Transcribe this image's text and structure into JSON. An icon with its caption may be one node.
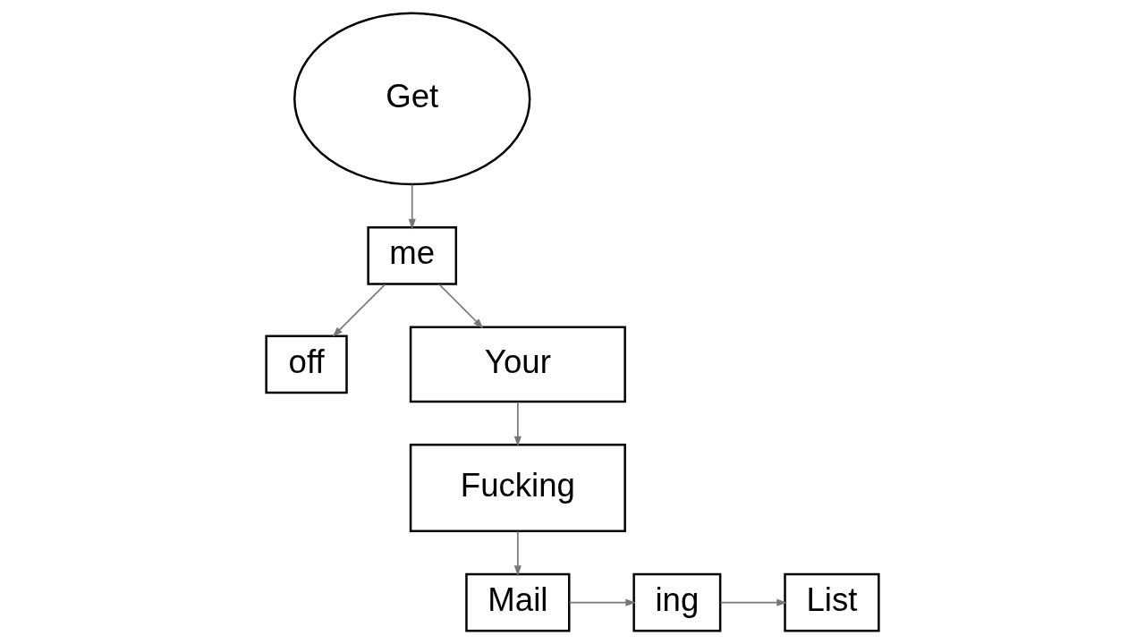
{
  "diagram": {
    "nodes": [
      {
        "text": [
          "Get"
        ]
      },
      {
        "text": [
          "me"
        ]
      },
      {
        "text": [
          "off"
        ]
      },
      {
        "text": [
          "Your"
        ]
      },
      {
        "text": [
          "Fucking"
        ]
      },
      {
        "text": [
          "Mail"
        ]
      },
      {
        "text": [
          "ing"
        ]
      },
      {
        "text": [
          "List"
        ]
      }
    ],
    "edges": [
      {
        "from": 0,
        "to": 1,
        "arrow": "to"
      },
      {
        "from": 1,
        "to": 2,
        "arrow": "to"
      },
      {
        "from": 1,
        "to": 3,
        "arrow": "to"
      },
      {
        "from": 3,
        "to": 4,
        "arrow": "to"
      },
      {
        "from": 4,
        "to": 5,
        "arrow": "to"
      },
      {
        "from": 5,
        "to": 6,
        "arrow": "to"
      },
      {
        "from": 6,
        "to": 7,
        "arrow": "to"
      }
    ]
  }
}
